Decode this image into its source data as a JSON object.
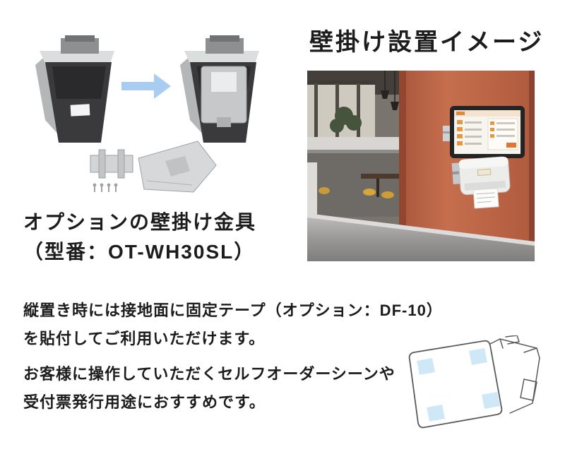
{
  "headings": {
    "wall_mount": "壁掛け設置イメージ"
  },
  "bracket_option": {
    "caption_line1": "オプションの壁掛け金具",
    "caption_line2": "（型番：OT-WH30SL）",
    "model_number": "OT-WH30SL"
  },
  "notes": {
    "tape_line1": "縦置き時には接地面に固定テープ（オプション：DF-10）",
    "tape_line2": "を貼付してご利用いただけます。",
    "tape_option_model": "DF-10",
    "use_line1": "お客様に操作していただくセルフオーダーシーンや",
    "use_line2": "受付票発行用途におすすめです。"
  },
  "graphics": {
    "arrow_icon": "arrow-right",
    "colors": {
      "arrow_blue": "#a9cdf0",
      "tape_pad_blue": "#cfe8f8",
      "wall_orange": "#c66f4e",
      "stool_yellow": "#d7a63b",
      "text": "#1c1c1c"
    }
  }
}
